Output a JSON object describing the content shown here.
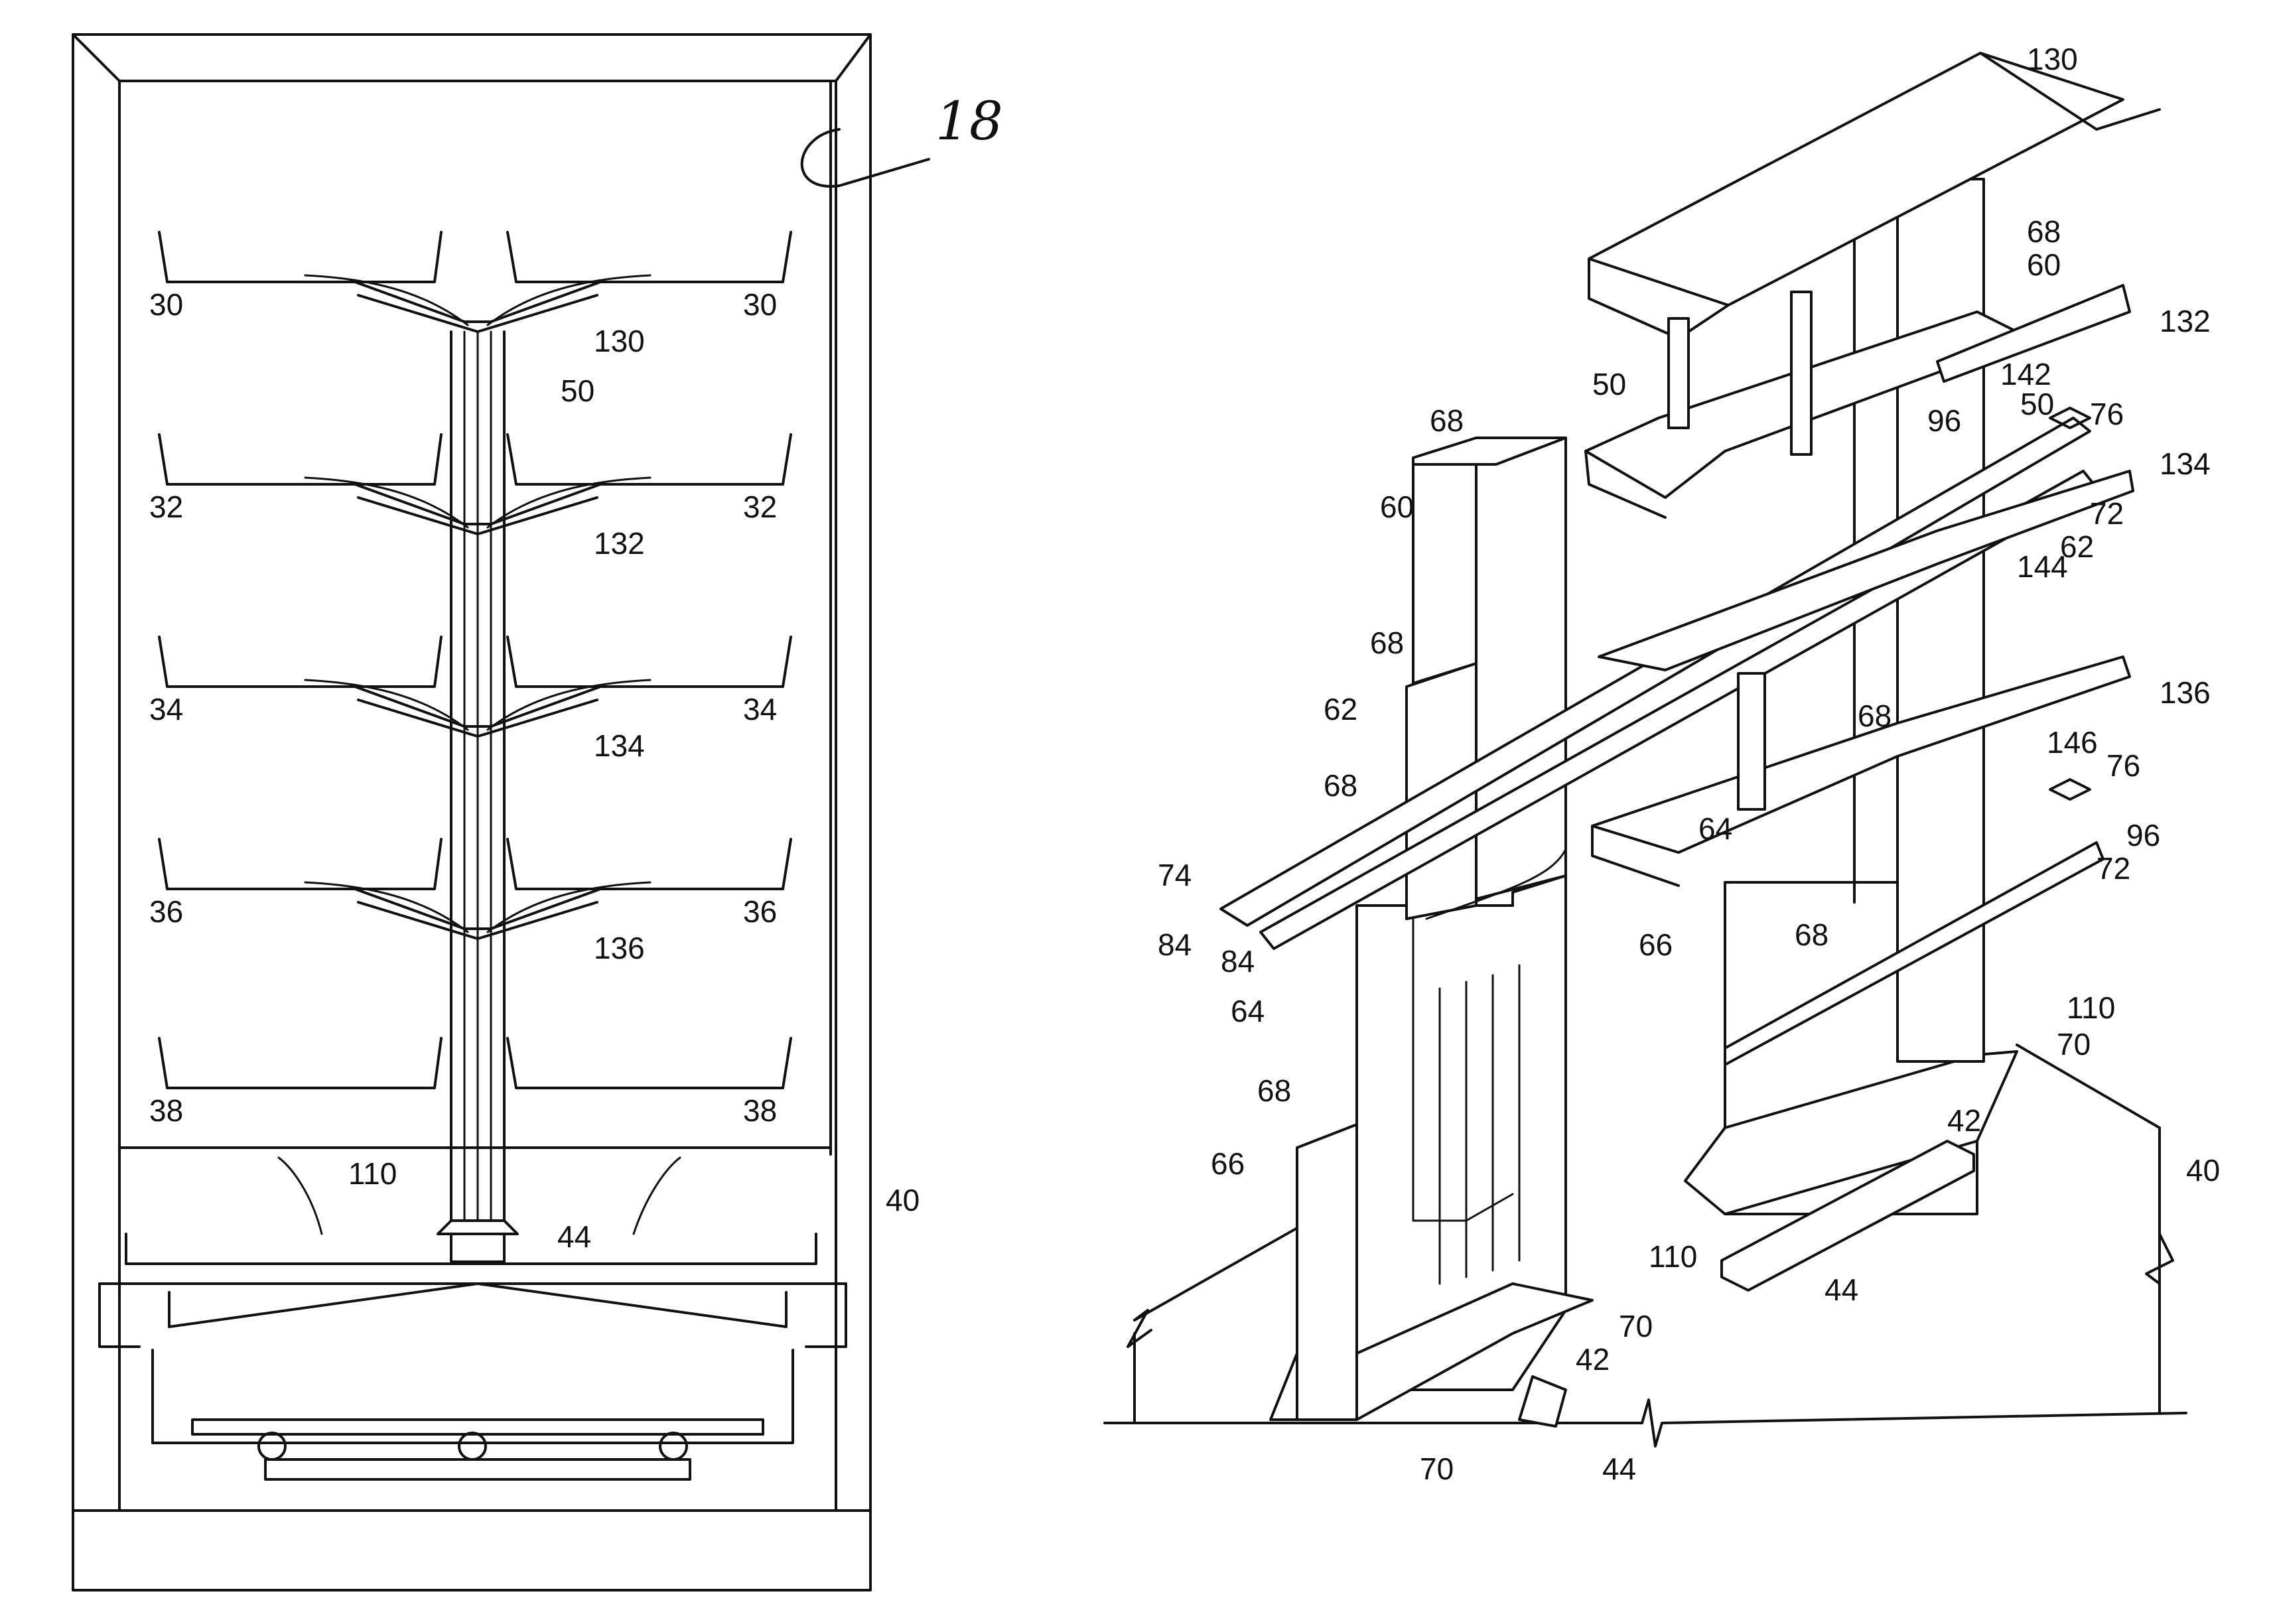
{
  "left_view": {
    "figure_ref": "18",
    "labels": {
      "shelf_30_left": "30",
      "shelf_30_right": "30",
      "shelf_32_left": "32",
      "shelf_32_right": "32",
      "shelf_34_left": "34",
      "shelf_34_right": "34",
      "shelf_36_left": "36",
      "shelf_36_right": "36",
      "shelf_38_left": "38",
      "shelf_38_right": "38",
      "duct_130": "130",
      "duct_132": "132",
      "duct_134": "134",
      "duct_136": "136",
      "column_50": "50",
      "base_110": "110",
      "outlet_44": "44",
      "deck_40": "40"
    }
  },
  "right_view": {
    "labels": {
      "hood_130": "130",
      "col_68_top": "68",
      "col_60_top": "60",
      "duct_132": "132",
      "label_142": "142",
      "arrow_50_b": "50",
      "label_76_top": "76",
      "label_96_top": "96",
      "duct_134": "134",
      "label_72_top": "72",
      "label_62_right": "62",
      "label_144": "144",
      "arrow_50": "50",
      "label_68_a": "68",
      "label_60": "60",
      "label_68_b": "68",
      "label_62": "62",
      "label_68_c": "68",
      "duct_136": "136",
      "label_68_mid": "68",
      "label_146": "146",
      "label_76_mid": "76",
      "label_64_mid": "64",
      "label_96_mid": "96",
      "label_72_mid": "72",
      "label_74": "74",
      "label_84_a": "84",
      "label_84_b": "84",
      "label_68_low": "68",
      "label_66_mid": "66",
      "label_110_top": "110",
      "label_70_top": "70",
      "label_64": "64",
      "label_68_d": "68",
      "label_42_top": "42",
      "label_66": "66",
      "label_40": "40",
      "label_110": "110",
      "label_70_mid": "70",
      "label_44_top": "44",
      "label_42": "42",
      "label_70_bot": "70",
      "label_44_bot": "44"
    }
  }
}
